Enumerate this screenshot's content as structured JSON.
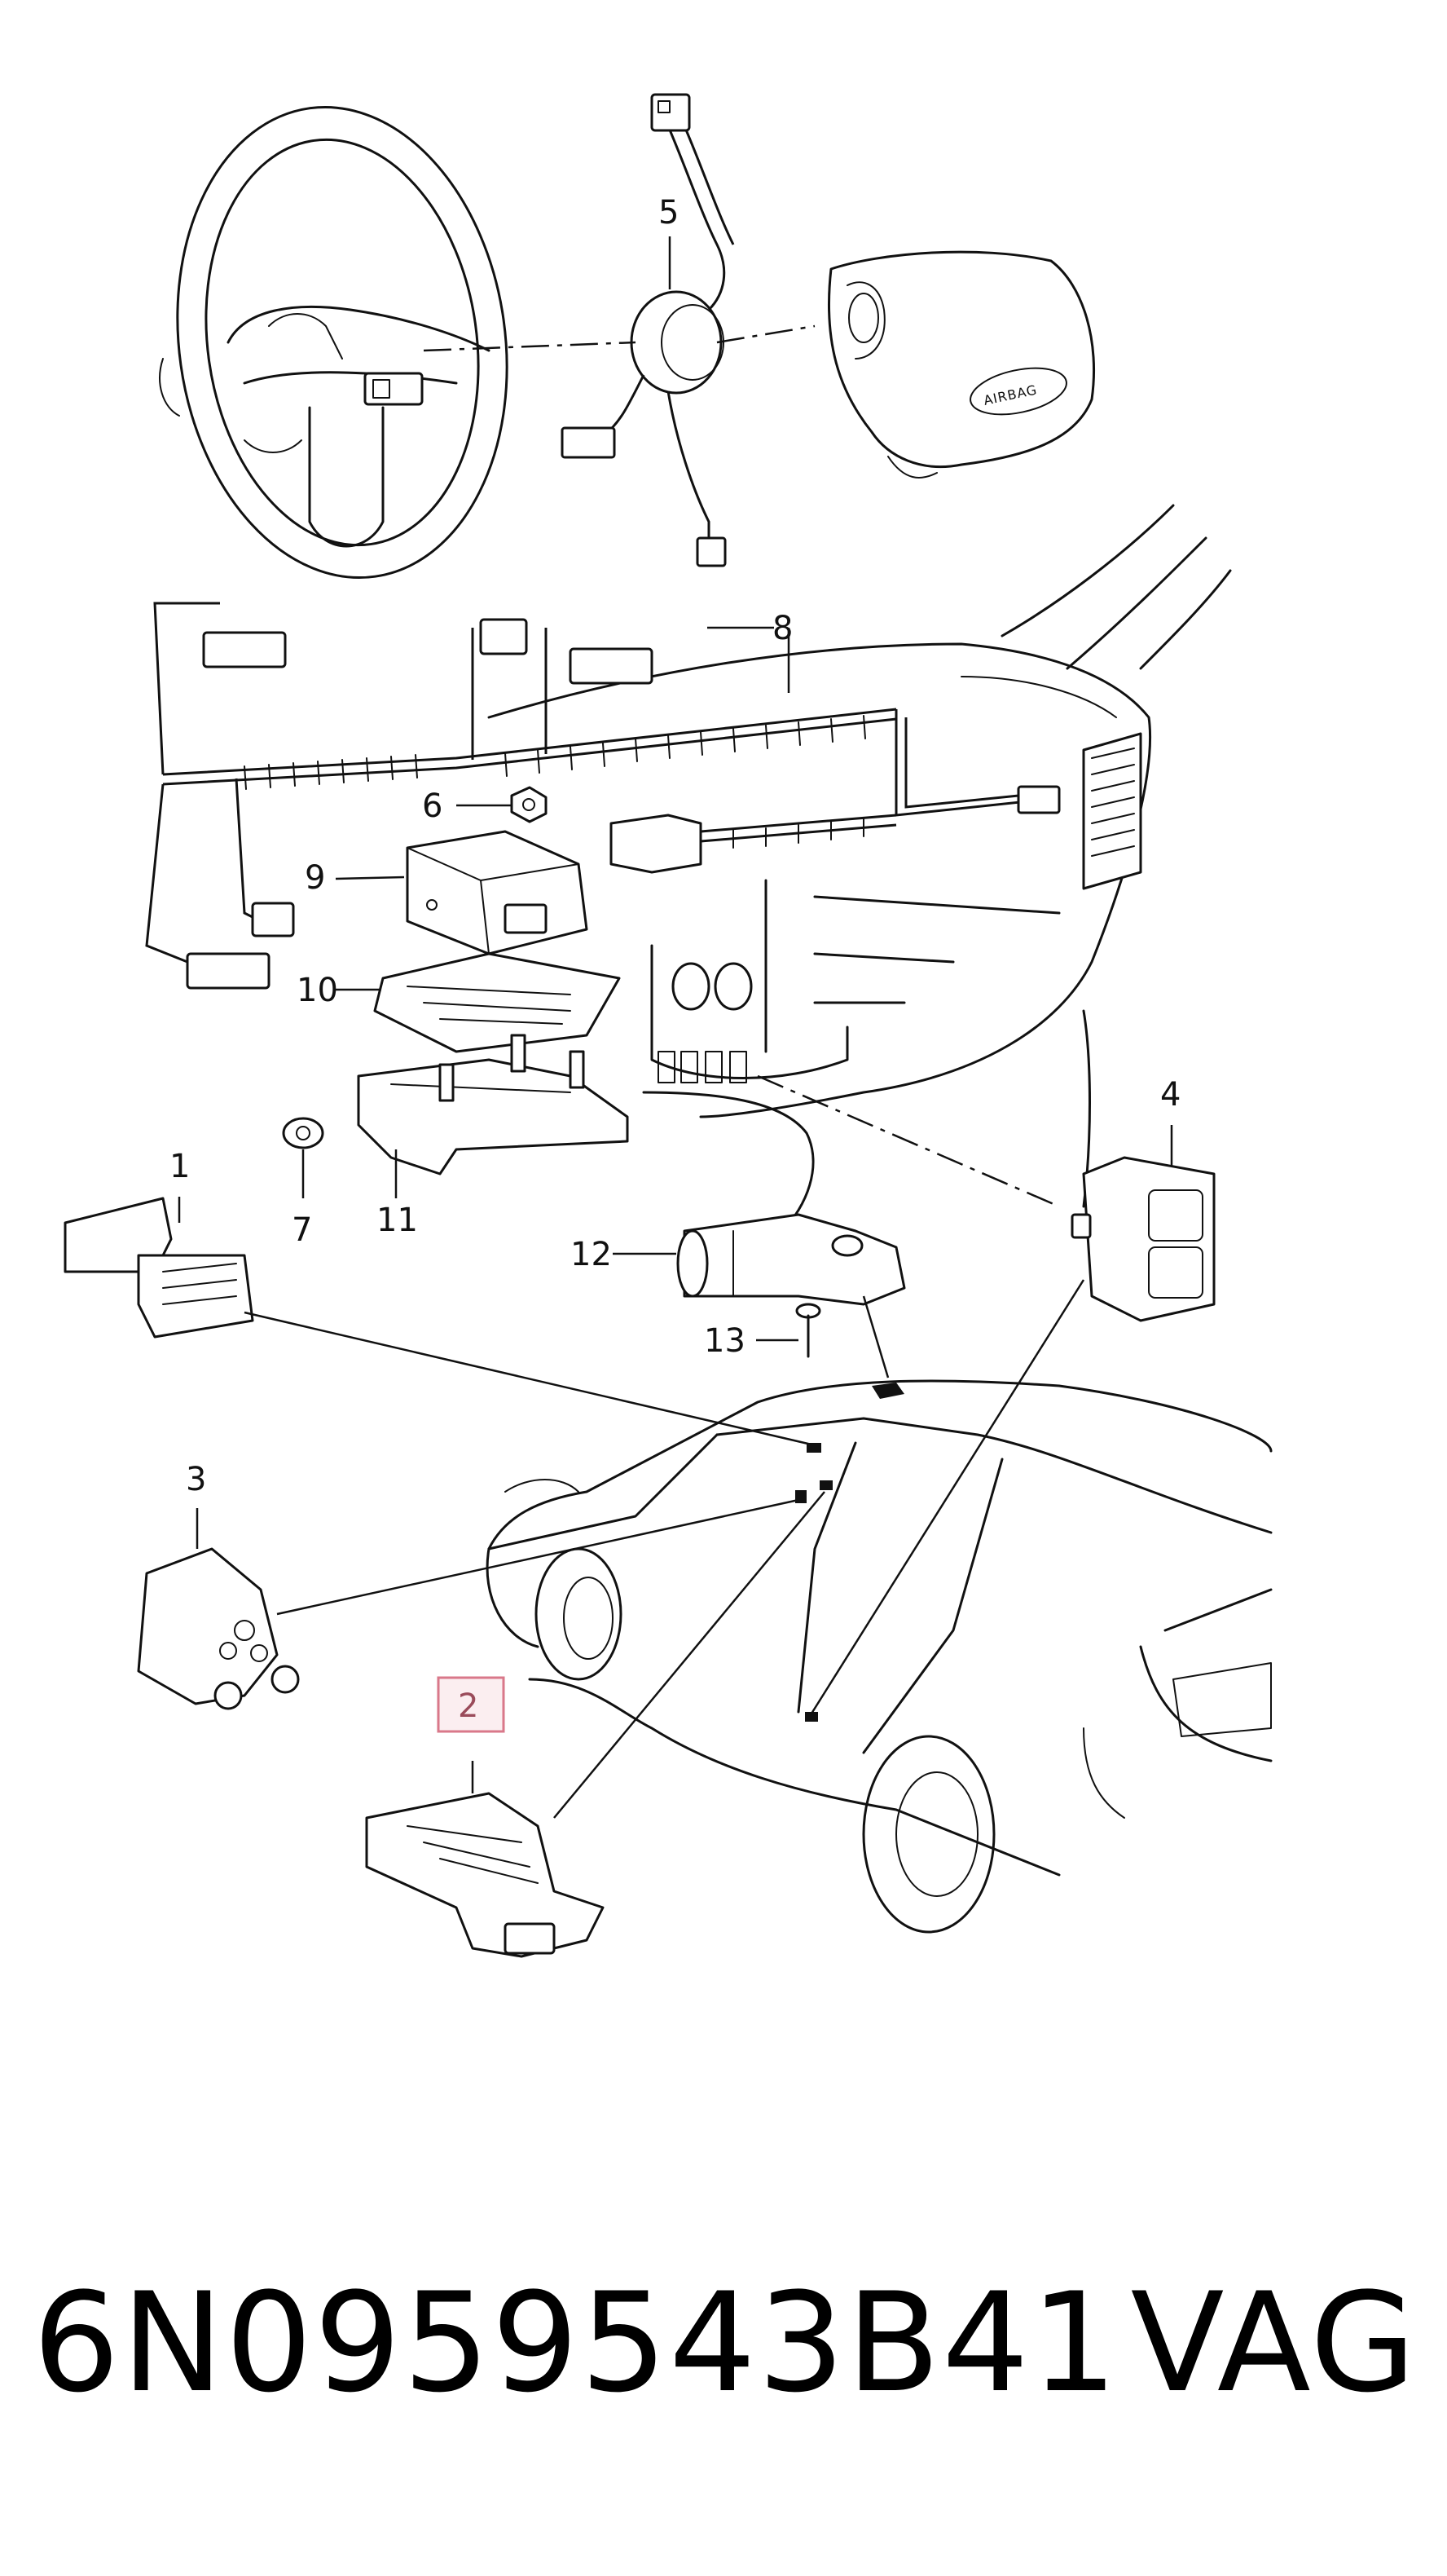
{
  "callouts": {
    "c1": "1",
    "c2": "2",
    "c3": "3",
    "c4": "4",
    "c5": "5",
    "c6": "6",
    "c7": "7",
    "c8": "8",
    "c9": "9",
    "c10": "10",
    "c11": "11",
    "c12": "12",
    "c13": "13"
  },
  "highlighted_callout": "2",
  "highlight_color": "#d9788a",
  "airbag_label": "AIRBAG",
  "footer": {
    "part_number": "6N0959543B41",
    "brand": "VAG"
  }
}
